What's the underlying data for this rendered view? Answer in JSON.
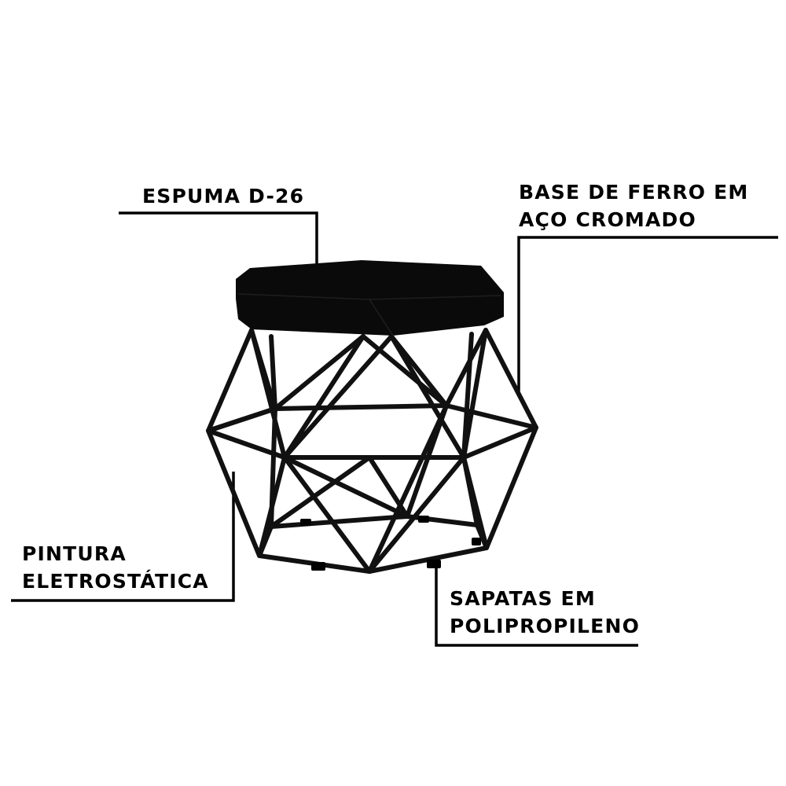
{
  "labels": {
    "espuma": [
      "ESPUMA D-26"
    ],
    "base": [
      "BASE DE FERRO EM",
      "AÇO CROMADO"
    ],
    "pintura": [
      "PINTURA",
      "ELETROSTÁTICA"
    ],
    "sapatas": [
      "SAPATAS EM",
      "POLIPROPILENO"
    ]
  },
  "colors": {
    "ink": "#000000",
    "seat": "#0a0a0a",
    "background": "#ffffff"
  }
}
